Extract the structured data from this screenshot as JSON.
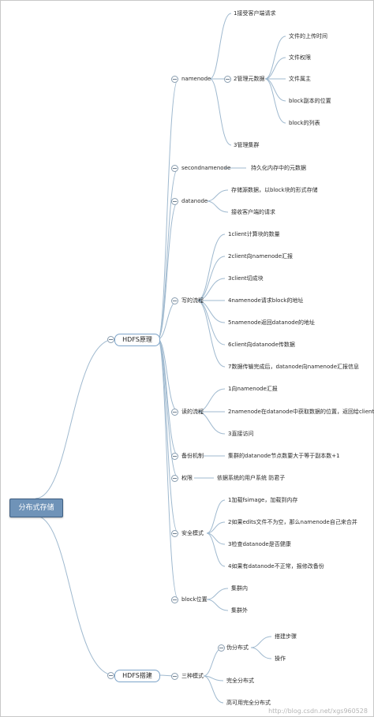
{
  "root": "分布式存储",
  "branches": {
    "principle": {
      "label": "HDFS原理",
      "namenode": {
        "label": "namenode",
        "accept": "1接受客户端请求",
        "manage": "2管理元数据",
        "meta": [
          "文件的上传时间",
          "文件权限",
          "文件属主",
          "block副本的位置",
          "block的列表"
        ],
        "cluster": "3管理集群"
      },
      "secondary": {
        "label": "secondnamenode",
        "desc": "持久化内存中的元数据"
      },
      "datanode": {
        "label": "datanode",
        "items": [
          "存储源数据，以block块的形式存储",
          "接收客户端的请求"
        ]
      },
      "write": {
        "label": "写的流程",
        "steps": [
          "1client计算块的数量",
          "2client向namenode汇报",
          "3client切成块",
          "4namenode请求block的地址",
          "5namenode返回datanode的地址",
          "6client向datanode传数据",
          "7数据传输完成后，datanode向namenode汇报信息"
        ]
      },
      "read": {
        "label": "读的流程",
        "steps": [
          "1向namenode汇报",
          "2namenode在datanode中获取数据的位置，返回给client",
          "3直接访问"
        ]
      },
      "backup": {
        "label": "备份机制",
        "desc": "集群的datanode节点数要大于等于副本数+1"
      },
      "permission": {
        "label": "权限",
        "desc": "依据系统的用户系统 防君子"
      },
      "safemode": {
        "label": "安全模式",
        "steps": [
          "1加载fsimage，加载到内存",
          "2如果edits文件不为空，那么namenode自己来合并",
          "3检查datanode是否健康",
          "4如果有datanode不正常，报修改备份"
        ]
      },
      "block": {
        "label": "block位置",
        "items": [
          "集群内",
          "集群外"
        ]
      }
    },
    "build": {
      "label": "HDFS搭建",
      "modes": {
        "label": "三种模式",
        "pseudo": {
          "label": "伪分布式",
          "items": [
            "搭建步骤",
            "操作"
          ]
        },
        "full": "完全分布式",
        "ha": "高可用完全分布式"
      }
    }
  },
  "watermark": "http://blog.csdn.net/xgs960528"
}
